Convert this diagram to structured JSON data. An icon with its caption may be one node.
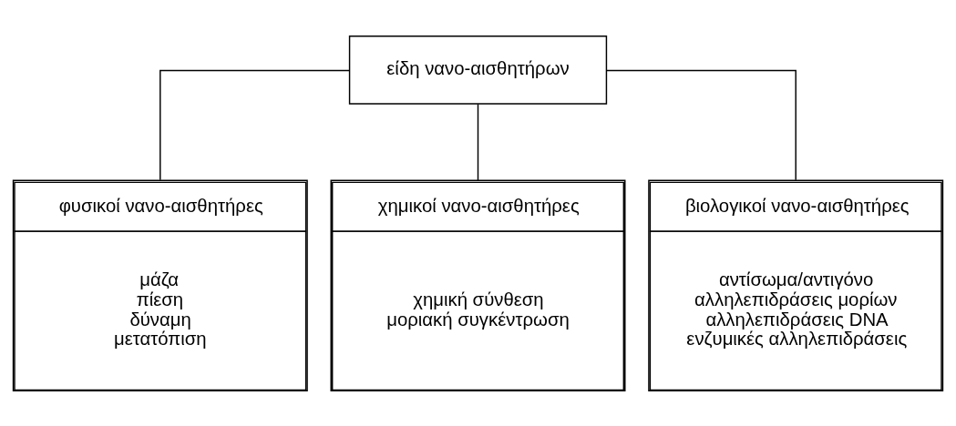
{
  "diagram": {
    "nodes": [
      {
        "text": [
          "είδη νανο-αισθητήρων"
        ]
      },
      {
        "text": [
          "φυσικοί νανο-αισθητήρες",
          "μάζα",
          "πίεση",
          "δύναμη",
          "μετατόπιση"
        ]
      },
      {
        "text": [
          "χημικοί νανο-αισθητήρες",
          "χημική σύνθεση",
          "μοριακή συγκέντρωση"
        ]
      },
      {
        "text": [
          "βιολογικοί νανο-αισθητήρες",
          "αντίσωμα/αντιγόνο",
          "αλληλεπιδράσεις μορίων",
          "αλληλεπιδράσεις DNA",
          "ενζυμικές αλληλεπιδράσεις"
        ]
      }
    ],
    "edges": [
      {
        "from": 0,
        "to": 1,
        "arrow": "none"
      },
      {
        "from": 0,
        "to": 2,
        "arrow": "none"
      },
      {
        "from": 0,
        "to": 3,
        "arrow": "none"
      }
    ]
  }
}
